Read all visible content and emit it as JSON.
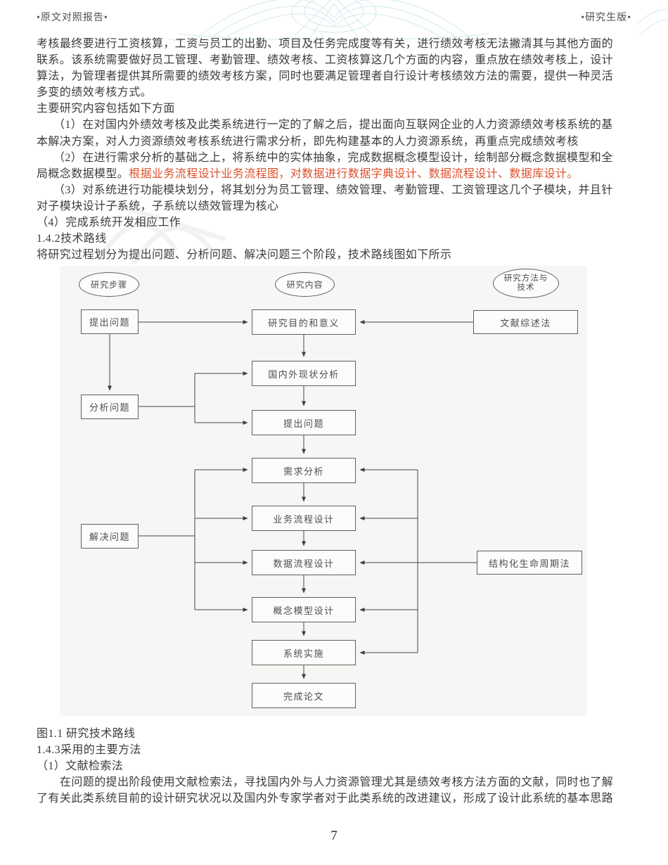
{
  "header": {
    "left": "•原文对照报告•",
    "right": "•研究生版•"
  },
  "body_lines": [
    "考核最终要进行工资核算，工资与员工的出勤、项目及任务完成度等有关，进行绩效考核无法撇清其与其他方面的",
    "联系。该系统需要做好员工管理、考勤管理、绩效考核、工资核算这几个方面的内容，重点放在绩效考核上，设计",
    "算法，为管理者提供其所需要的绩效考核方案，同时也要满足管理者自行设计考核绩效方法的需要，提供一种灵活",
    "多变的绩效考核方式。",
    "主要研究内容包括如下方面",
    "（1）在对国内外绩效考核及此类系统进行一定的了解之后，提出面向互联网企业的人力资源绩效考核系统的基",
    "本解决方案，对人力资源绩效考核系统进行需求分析，即先构建基本的人力资源系统，再重点完成绩效考核",
    "（2）在进行需求分析的基础之上，将系统中的实体抽象，完成数据概念模型设计，绘制部分概念数据模型和全",
    "（3）对系统进行功能模块划分，将其划分为员工管理、绩效管理、考勤管理、工资管理这几个子模块，并且针",
    "对子模块设计子系统，子系统以绩效管理为核心",
    "（4）完成系统开发相应工作",
    "1.4.2技术路线",
    "将研究过程划分为提出问题、分析问题、解决问题三个阶段，技术路线图如下所示"
  ],
  "line9": {
    "black": "局概念数据模型。",
    "red": "根据业务流程设计业务流程图，对数据进行数据字典设计、数据流程设计、数据库设计。"
  },
  "diagram": {
    "ellipses": {
      "steps": "研究步骤",
      "content": "研究内容",
      "method": "研究方法与技术"
    },
    "left": [
      "提出问题",
      "分析问题",
      "解决问题"
    ],
    "center": [
      "研究目的和意义",
      "国内外现状分析",
      "提出问题",
      "需求分析",
      "业务流程设计",
      "数据流程设计",
      "概念模型设计",
      "系统实施",
      "完成论文"
    ],
    "right": [
      "文献综述法",
      "结构化生命周期法"
    ]
  },
  "footer_lines": [
    "图1.1 研究技术路线",
    "1.4.3采用的主要方法",
    "（1）文献检索法",
    "在问题的提出阶段使用文献检索法，寻找国内外与人力资源管理尤其是绩效考核方法方面的文献，同时也了解",
    "了有关此类系统目前的设计研究状况以及国内外专家学者对于此类系统的改进建议，形成了设计此系统的基本思路"
  ],
  "page_number": "7",
  "colors": {
    "red_text": "#dd4f2a",
    "header_text": "#49534f",
    "watermark": "#d9edef",
    "body_text": "#3c3c3c",
    "diagram_line": "#454545"
  }
}
